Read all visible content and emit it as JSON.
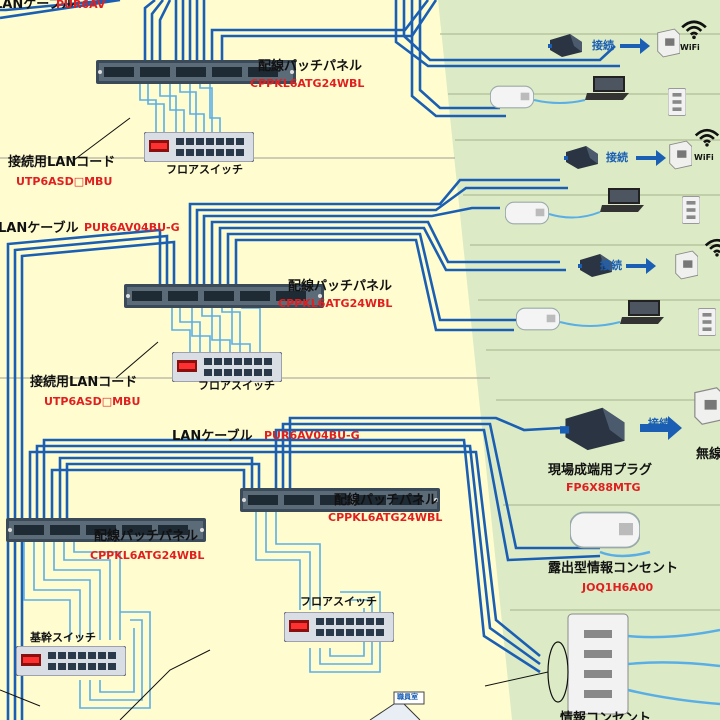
{
  "colors": {
    "background": "#fffdd0",
    "room_green": "#dcebc5",
    "cable_blue": "#1a5fb4",
    "patch_light_blue": "#5aaee6",
    "part_red": "#e02020",
    "divider": "#b8c6a0"
  },
  "floor1": {
    "cable_label_top": "LANケーブル",
    "cable_part_top": "PUR6AV",
    "panel_label": "配線パッチパネル",
    "panel_part": "CPPKL6ATG24WBL",
    "cord_label": "接続用LANコード",
    "cord_part": "UTP6ASD□MBU",
    "switch_label": "フロアスイッチ"
  },
  "floor2": {
    "cable_label": "LANケーブル",
    "cable_part": "PUR6AV04BU-G",
    "panel_label": "配線パッチパネル",
    "panel_part": "CPPKL6ATG24WBL",
    "cord_label": "接続用LANコード",
    "cord_part": "UTP6ASD□MBU",
    "switch_label": "フロアスイッチ"
  },
  "floor3": {
    "cable_label": "LANケーブル",
    "cable_part": "PUR6AV04BU-G",
    "panel_left_label": "配線パッチパネル",
    "panel_left_part": "CPPKL6ATG24WBL",
    "panel_right_label": "配線パッチパネル",
    "panel_right_part": "CPPKL6ATG24WBL",
    "floor_switch_label": "フロアスイッチ",
    "core_switch_label": "基幹スイッチ"
  },
  "rooms": {
    "connect_arrow_label": "接続",
    "wifi_label": "WiFi",
    "plug_label": "現場成端用プラグ",
    "plug_part": "FP6X88MTG",
    "wireless_label_partial": "無線",
    "outlet_label": "露出型情報コンセント",
    "outlet_part": "JOQ1H6A00",
    "bottom_outlet_label_partial": "情報コンセント",
    "tag_label": "職員室"
  }
}
